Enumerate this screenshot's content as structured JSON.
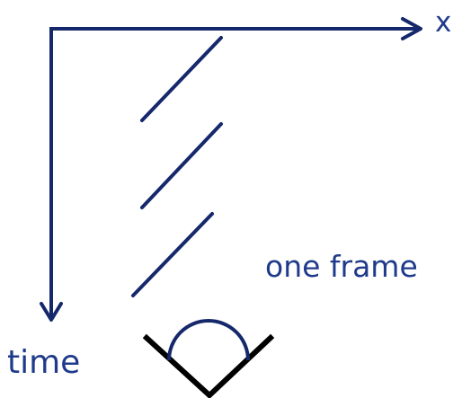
{
  "labels": {
    "x_axis": "x",
    "time_axis": "time",
    "frame": "one frame"
  },
  "colors": {
    "axis": "#15286b",
    "stroke": "#15286b",
    "label": "#1f3a8a",
    "eye": "#000000",
    "background": "#ffffff"
  },
  "icons": {
    "eye": "eye-icon"
  }
}
